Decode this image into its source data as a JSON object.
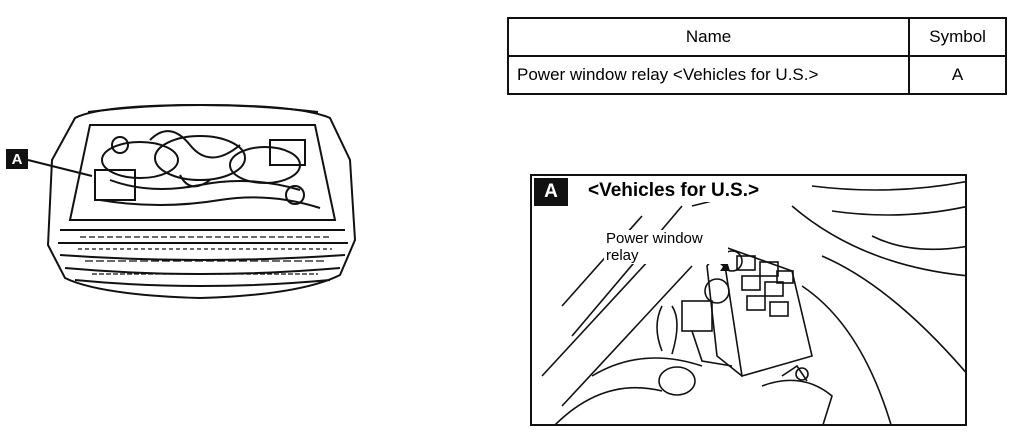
{
  "overview": {
    "marker": "A"
  },
  "table": {
    "headers": {
      "name": "Name",
      "symbol": "Symbol"
    },
    "rows": [
      {
        "name": "Power window relay <Vehicles for U.S.>",
        "symbol": "A"
      }
    ]
  },
  "detail": {
    "marker": "A",
    "title": "<Vehicles for U.S.>",
    "callout": "Power window relay"
  }
}
